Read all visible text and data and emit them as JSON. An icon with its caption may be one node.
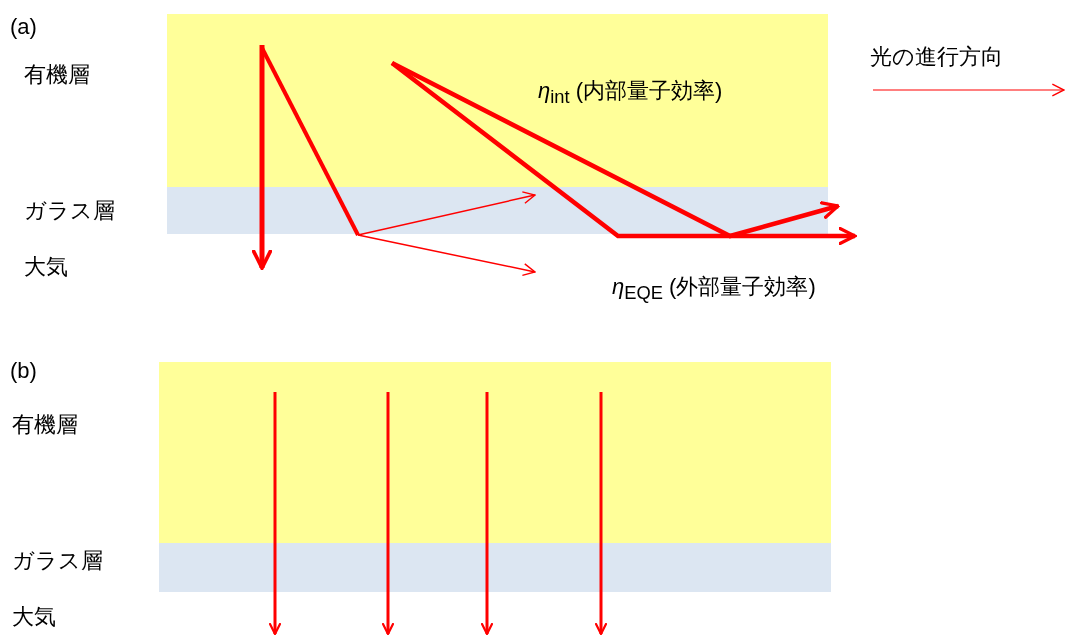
{
  "diagram": {
    "labels": [
      "(a)",
      "有機層",
      "ガラス層",
      "大気",
      "*η*$_{int}$ (内部量子効率)",
      "*η*$_{EQE}$ (外部量子効率)",
      "(b)",
      "有機層",
      "ガラス層",
      "大気"
    ],
    "legend": [
      {
        "text": "光の進行方向"
      }
    ]
  }
}
